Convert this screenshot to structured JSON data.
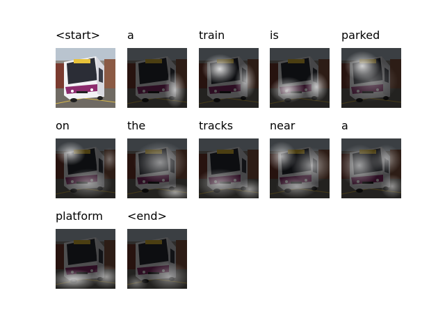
{
  "caption_steps": [
    {
      "word": "<start>",
      "kind": "color",
      "heat": []
    },
    {
      "word": "a",
      "kind": "attention",
      "heat": [
        [
          0.8,
          0.7,
          0.18,
          0.3,
          0.65
        ]
      ]
    },
    {
      "word": "train",
      "kind": "attention",
      "heat": [
        [
          0.35,
          0.35,
          0.3,
          0.25,
          0.85
        ],
        [
          0.78,
          0.55,
          0.18,
          0.3,
          0.6
        ]
      ]
    },
    {
      "word": "is",
      "kind": "attention",
      "heat": [
        [
          0.3,
          0.7,
          0.3,
          0.22,
          0.75
        ],
        [
          0.78,
          0.65,
          0.2,
          0.25,
          0.7
        ]
      ]
    },
    {
      "word": "parked",
      "kind": "attention",
      "heat": [
        [
          0.35,
          0.3,
          0.3,
          0.25,
          0.8
        ],
        [
          0.5,
          0.55,
          0.45,
          0.35,
          0.35
        ]
      ]
    },
    {
      "word": "on",
      "kind": "attention",
      "heat": [
        [
          0.25,
          0.25,
          0.25,
          0.2,
          0.7
        ],
        [
          0.55,
          0.75,
          0.4,
          0.25,
          0.45
        ],
        [
          0.9,
          0.35,
          0.15,
          0.2,
          0.35
        ]
      ]
    },
    {
      "word": "the",
      "kind": "attention",
      "heat": [
        [
          0.55,
          0.4,
          0.45,
          0.35,
          0.55
        ],
        [
          0.8,
          0.9,
          0.3,
          0.15,
          0.55
        ]
      ]
    },
    {
      "word": "tracks",
      "kind": "attention",
      "heat": [
        [
          0.35,
          0.75,
          0.4,
          0.25,
          0.5
        ],
        [
          0.85,
          0.85,
          0.25,
          0.18,
          0.5
        ]
      ]
    },
    {
      "word": "near",
      "kind": "attention",
      "heat": [
        [
          0.2,
          0.3,
          0.25,
          0.25,
          0.65
        ],
        [
          0.7,
          0.45,
          0.35,
          0.3,
          0.55
        ],
        [
          0.45,
          0.8,
          0.35,
          0.2,
          0.45
        ]
      ]
    },
    {
      "word": "a",
      "kind": "attention",
      "heat": [
        [
          0.3,
          0.45,
          0.35,
          0.35,
          0.6
        ],
        [
          0.75,
          0.35,
          0.25,
          0.25,
          0.5
        ],
        [
          0.85,
          0.8,
          0.2,
          0.2,
          0.5
        ]
      ]
    },
    {
      "word": "platform",
      "kind": "attention",
      "heat": [
        [
          0.3,
          0.85,
          0.4,
          0.18,
          0.7
        ],
        [
          0.85,
          0.8,
          0.25,
          0.2,
          0.55
        ]
      ]
    },
    {
      "word": "<end>",
      "kind": "attention",
      "heat": [
        [
          0.7,
          0.8,
          0.35,
          0.25,
          0.45
        ],
        [
          0.15,
          0.9,
          0.2,
          0.15,
          0.35
        ]
      ]
    }
  ]
}
